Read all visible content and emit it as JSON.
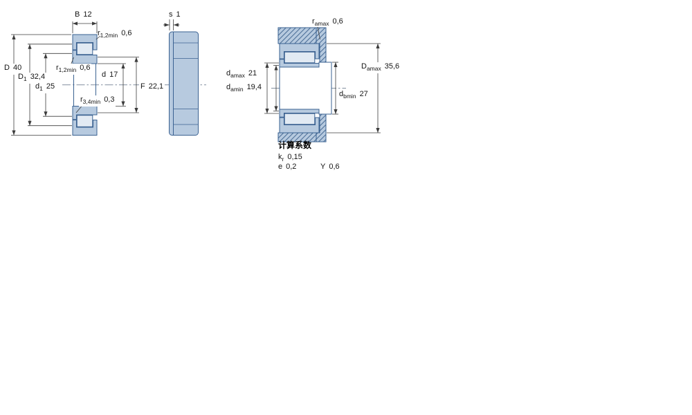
{
  "colors": {
    "bearing_fill": "#b7cadf",
    "roller_fill": "#e2eaf3",
    "outline": "#3a6191",
    "hatch_line": "#4a6d96",
    "dimension_line": "#3c3c3c",
    "text": "#141414"
  },
  "dims": {
    "B": {
      "base": "B",
      "sub": "",
      "value": "12"
    },
    "s": {
      "base": "s",
      "sub": "",
      "value": "1"
    },
    "D": {
      "base": "D",
      "sub": "",
      "value": "40"
    },
    "D1": {
      "base": "D",
      "sub": "1",
      "value": "32,4"
    },
    "d1": {
      "base": "d",
      "sub": "1",
      "value": "25"
    },
    "r12_top": {
      "base": "r",
      "sub": "1,2min",
      "value": "0,6"
    },
    "r12_side": {
      "base": "r",
      "sub": "1,2min",
      "value": "0,6"
    },
    "d": {
      "base": "d",
      "sub": "",
      "value": "17"
    },
    "r34": {
      "base": "r",
      "sub": "3,4min",
      "value": "0,3"
    },
    "F": {
      "base": "F",
      "sub": "",
      "value": "22,1"
    },
    "ramax": {
      "base": "r",
      "sub": "amax",
      "value": "0,6"
    },
    "damax": {
      "base": "d",
      "sub": "amax",
      "value": "21"
    },
    "damin": {
      "base": "d",
      "sub": "amin",
      "value": "19,4"
    },
    "dbmin": {
      "base": "d",
      "sub": "bmin",
      "value": "27"
    },
    "Damax": {
      "base": "D",
      "sub": "amax",
      "value": "35,6"
    }
  },
  "calculation_factors": {
    "title": "计算系数",
    "kr": {
      "base": "k",
      "sub": "r",
      "value": "0,15"
    },
    "e": {
      "base": "e",
      "sub": "",
      "value": "0,2"
    },
    "Y": {
      "base": "Y",
      "sub": "",
      "value": "0,6"
    }
  }
}
